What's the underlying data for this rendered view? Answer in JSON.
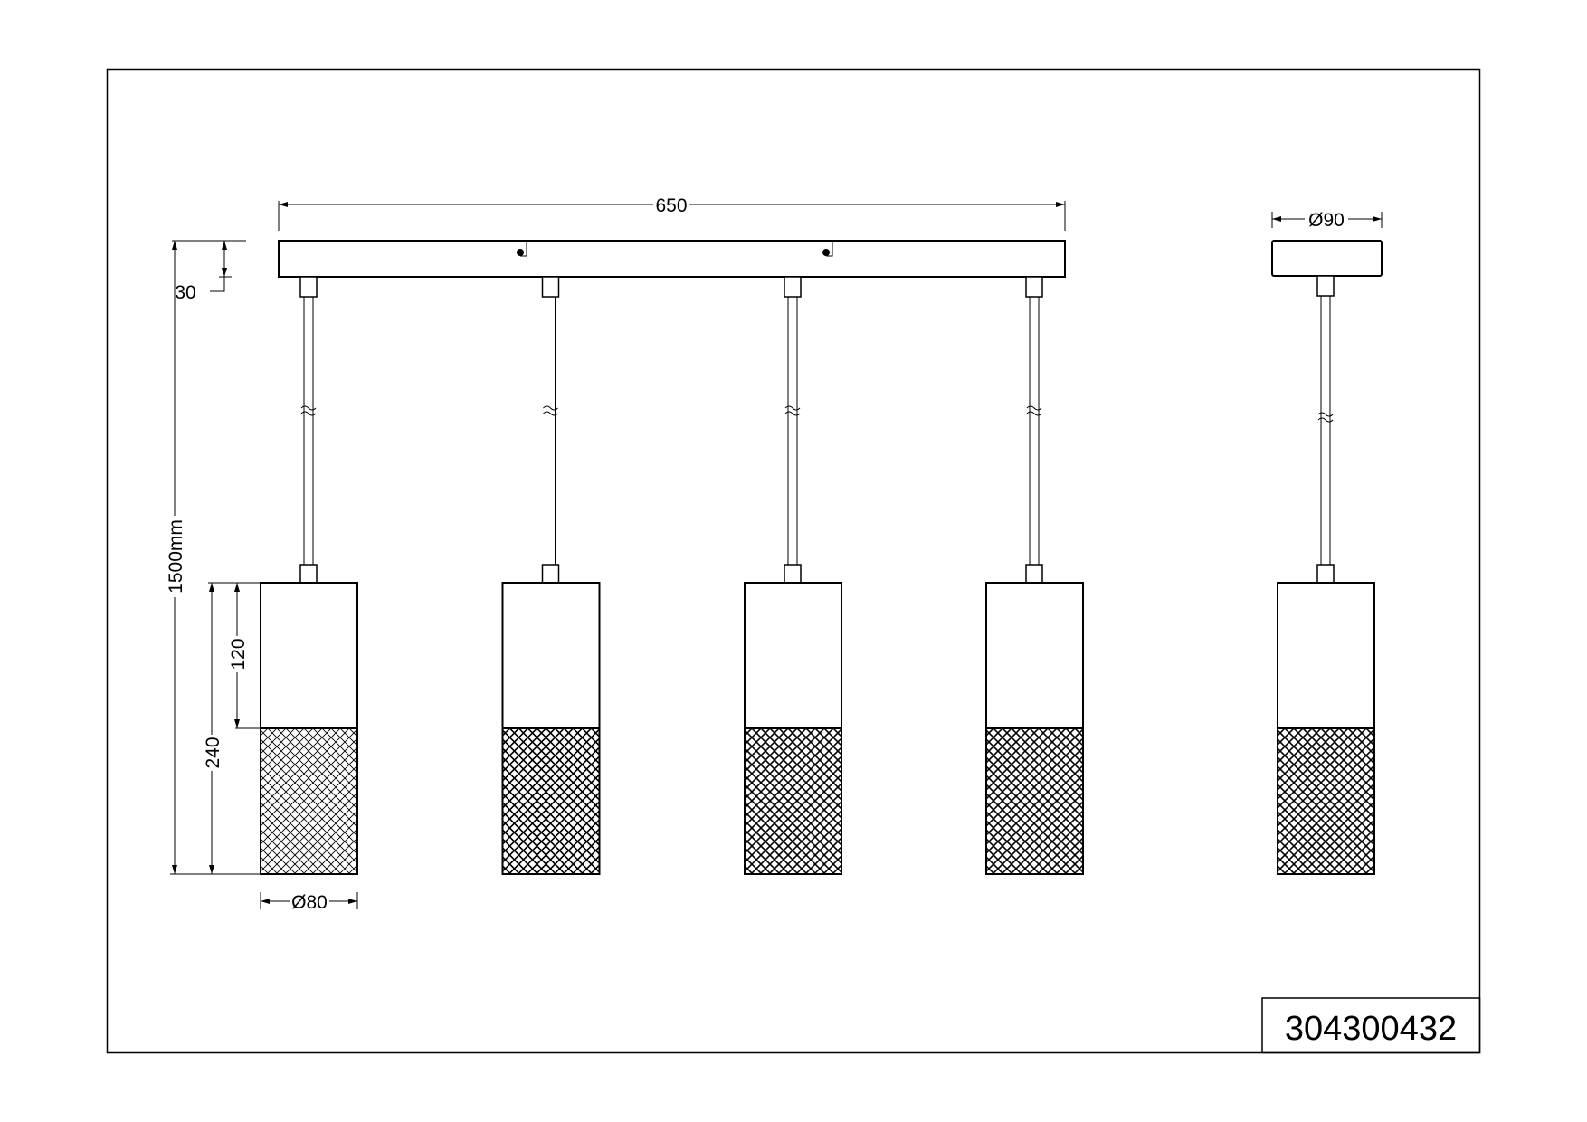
{
  "dimensions": {
    "width": "650",
    "canopy_height": "30",
    "total_height": "1500mm",
    "shade_height": "240",
    "shade_upper": "120",
    "shade_diameter": "Ø80",
    "canopy_diameter": "Ø90"
  },
  "article_number": "304300432"
}
